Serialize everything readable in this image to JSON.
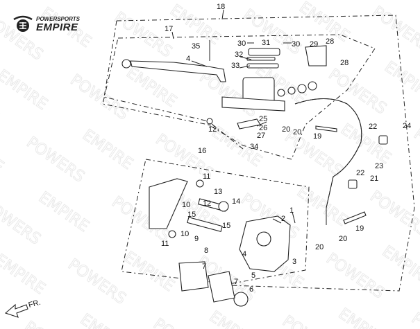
{
  "logo": {
    "line1": "POWERSPORTS",
    "line2": "EMPIRE"
  },
  "watermark": "POWERSPORTS EMPIRE",
  "direction_label": "FR.",
  "callouts": [
    "18",
    "17",
    "35",
    "4",
    "30",
    "31",
    "30",
    "32",
    "33",
    "29",
    "28",
    "28",
    "12",
    "25",
    "26",
    "27",
    "34",
    "20",
    "20",
    "19",
    "22",
    "24",
    "23",
    "22",
    "21",
    "16",
    "11",
    "13",
    "14",
    "10",
    "12",
    "15",
    "15",
    "11",
    "10",
    "9",
    "8",
    "2",
    "1",
    "20",
    "20",
    "19",
    "3",
    "4",
    "7",
    "5",
    "7",
    "6"
  ]
}
